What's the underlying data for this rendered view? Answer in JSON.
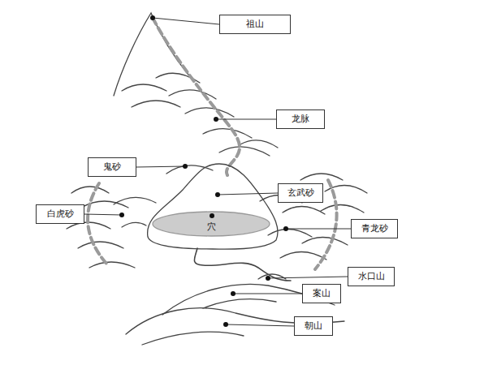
{
  "diagram": {
    "nodes": [
      {
        "text": [
          "祖山"
        ]
      },
      {
        "text": [
          "龙脉"
        ]
      },
      {
        "text": [
          "鬼砂"
        ]
      },
      {
        "text": [
          "玄武砂"
        ]
      },
      {
        "text": [
          "白虎砂"
        ]
      },
      {
        "text": [
          "青龙砂"
        ]
      },
      {
        "text": [
          "水口山"
        ]
      },
      {
        "text": [
          "案山"
        ]
      },
      {
        "text": [
          "朝山"
        ]
      }
    ],
    "labels": [
      "穴"
    ]
  }
}
